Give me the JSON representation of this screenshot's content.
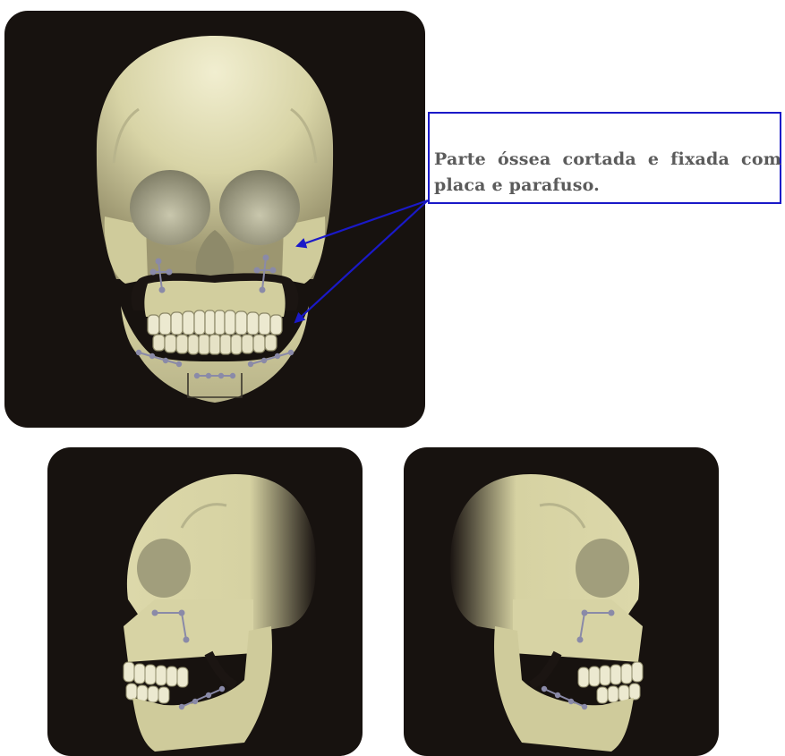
{
  "callout": {
    "text": "Parte óssea cortada e fixada com placa e parafuso."
  },
  "colors": {
    "panel_background": "#17120f",
    "bone": "#ddd9ad",
    "bone_shadow": "#a39d72",
    "callout_border": "#1a19c8",
    "arrow": "#1a19c8",
    "callout_text": "#5b5b5b",
    "fixation_plate": "#8a8aa8"
  },
  "figures": [
    {
      "view": "frontal",
      "has_callout": true
    },
    {
      "view": "lateral-left",
      "has_callout": false
    },
    {
      "view": "lateral-right",
      "has_callout": false
    }
  ],
  "icons": {
    "plate": "fixation-plate-icon",
    "screw": "screw-icon"
  }
}
